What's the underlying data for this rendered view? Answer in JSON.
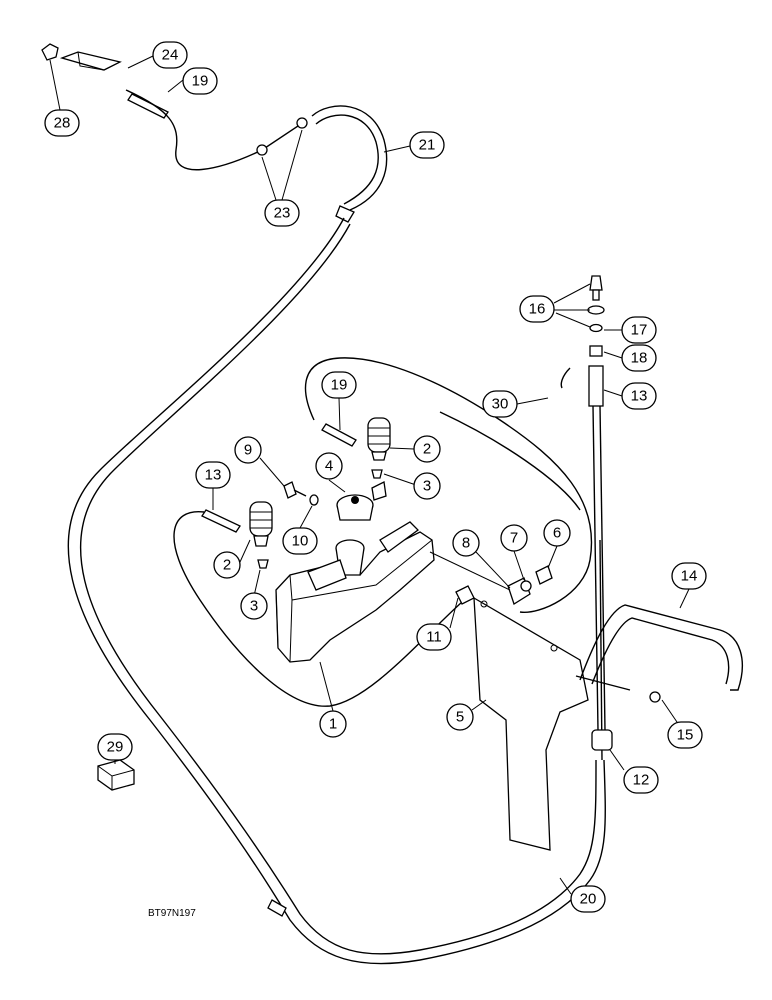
{
  "diagram": {
    "code": "BT97N197",
    "callouts": [
      {
        "id": "c24",
        "label": "24"
      },
      {
        "id": "c19a",
        "label": "19"
      },
      {
        "id": "c28",
        "label": "28"
      },
      {
        "id": "c21",
        "label": "21"
      },
      {
        "id": "c23",
        "label": "23"
      },
      {
        "id": "c16",
        "label": "16"
      },
      {
        "id": "c17",
        "label": "17"
      },
      {
        "id": "c18",
        "label": "18"
      },
      {
        "id": "c30",
        "label": "30"
      },
      {
        "id": "c13a",
        "label": "13"
      },
      {
        "id": "c19b",
        "label": "19"
      },
      {
        "id": "c2a",
        "label": "2"
      },
      {
        "id": "c9",
        "label": "9"
      },
      {
        "id": "c4",
        "label": "4"
      },
      {
        "id": "c3a",
        "label": "3"
      },
      {
        "id": "c13b",
        "label": "13"
      },
      {
        "id": "c10",
        "label": "10"
      },
      {
        "id": "c8",
        "label": "8"
      },
      {
        "id": "c7",
        "label": "7"
      },
      {
        "id": "c6",
        "label": "6"
      },
      {
        "id": "c2b",
        "label": "2"
      },
      {
        "id": "c3b",
        "label": "3"
      },
      {
        "id": "c14",
        "label": "14"
      },
      {
        "id": "c11",
        "label": "11"
      },
      {
        "id": "c1",
        "label": "1"
      },
      {
        "id": "c5",
        "label": "5"
      },
      {
        "id": "c15",
        "label": "15"
      },
      {
        "id": "c29",
        "label": "29"
      },
      {
        "id": "c12",
        "label": "12"
      },
      {
        "id": "c20",
        "label": "20"
      }
    ]
  }
}
